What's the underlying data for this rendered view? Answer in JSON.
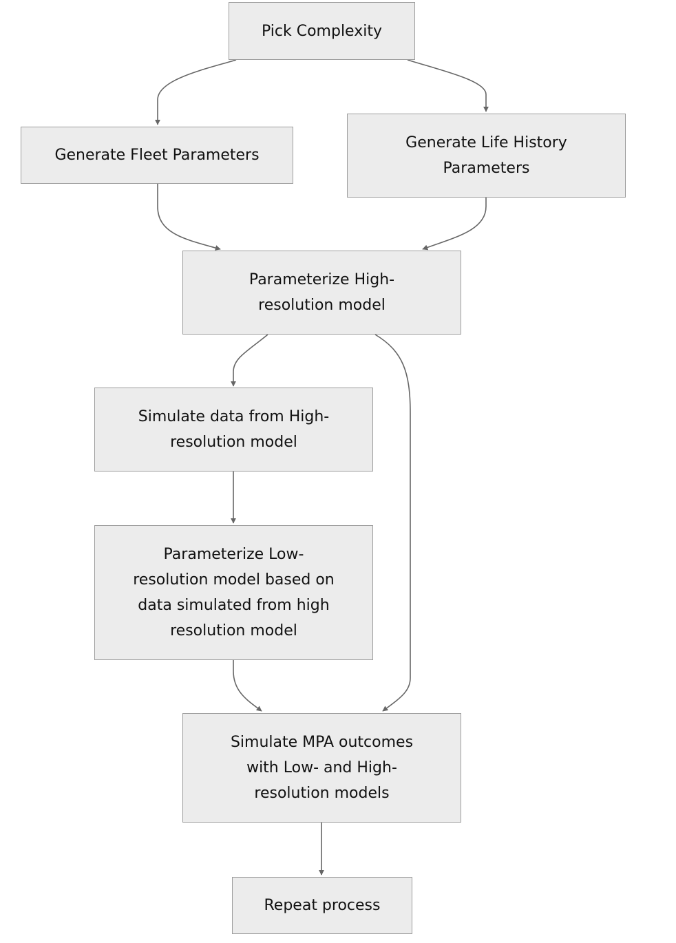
{
  "nodes": {
    "pick_complexity": "Pick Complexity",
    "fleet_params": "Generate Fleet Parameters",
    "life_history": "Generate Life History\nParameters",
    "param_high": "Parameterize High-\nresolution model",
    "simulate_data": "Simulate data from High-\nresolution model",
    "param_low": "Parameterize Low-\nresolution model based on\ndata simulated from high\nresolution model",
    "simulate_mpa": "Simulate MPA outcomes\nwith Low- and High-\nresolution models",
    "repeat": "Repeat process"
  },
  "edges": [
    {
      "from": "Pick Complexity",
      "to": "Generate Fleet Parameters"
    },
    {
      "from": "Pick Complexity",
      "to": "Generate Life History Parameters"
    },
    {
      "from": "Generate Fleet Parameters",
      "to": "Parameterize High-resolution model"
    },
    {
      "from": "Generate Life History Parameters",
      "to": "Parameterize High-resolution model"
    },
    {
      "from": "Parameterize High-resolution model",
      "to": "Simulate data from High-resolution model"
    },
    {
      "from": "Parameterize High-resolution model",
      "to": "Simulate MPA outcomes with Low- and High-resolution models"
    },
    {
      "from": "Simulate data from High-resolution model",
      "to": "Parameterize Low-resolution model based on data simulated from high resolution model"
    },
    {
      "from": "Parameterize Low-resolution model based on data simulated from high resolution model",
      "to": "Simulate MPA outcomes with Low- and High-resolution models"
    },
    {
      "from": "Simulate MPA outcomes with Low- and High-resolution models",
      "to": "Repeat process"
    }
  ],
  "colors": {
    "node_fill": "#ececec",
    "node_border": "#9c9c9c",
    "edge": "#666666",
    "text": "#111111"
  }
}
